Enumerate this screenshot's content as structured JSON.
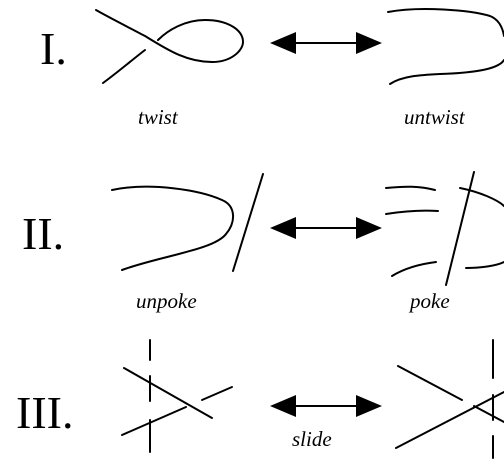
{
  "moves": [
    {
      "numeral": "I.",
      "left_caption": "twist",
      "right_caption": "untwist"
    },
    {
      "numeral": "II.",
      "left_caption": "unpoke",
      "right_caption": "poke"
    },
    {
      "numeral": "III.",
      "center_caption": "slide"
    }
  ],
  "colors": {
    "ink": "#000000",
    "background": "#ffffff"
  }
}
